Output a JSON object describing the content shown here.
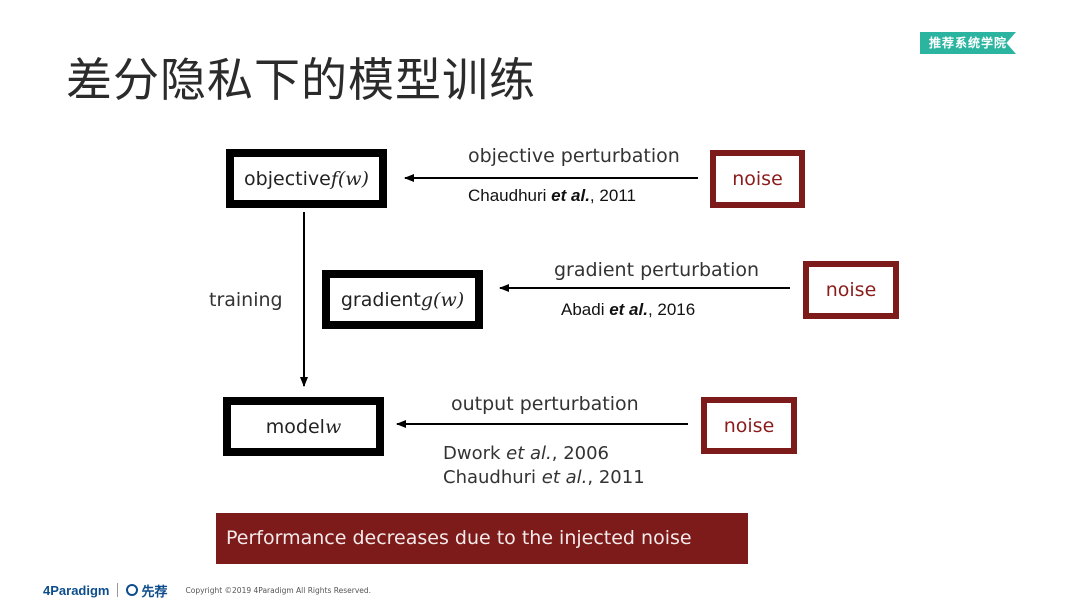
{
  "slide": {
    "title": "差分隐私下的模型训练",
    "badge": "推荐系统学院"
  },
  "diagram": {
    "boxes": {
      "objective": {
        "text": "objective ",
        "math": "f(w)"
      },
      "gradient": {
        "text": "gradient ",
        "math": "g(w)"
      },
      "model": {
        "text": "model ",
        "math": "w"
      }
    },
    "noise_label": "noise",
    "training_label": "training",
    "perturbations": [
      {
        "label": "objective perturbation",
        "cite_author": "Chaudhuri ",
        "cite_etal": "et al.",
        "cite_year": ", 2011"
      },
      {
        "label": "gradient perturbation",
        "cite_author": "Abadi ",
        "cite_etal": "et al.",
        "cite_year": ", 2016"
      },
      {
        "label": "output perturbation",
        "cites": [
          {
            "author": "Dwork ",
            "etal": "et al.",
            "year": ", 2006"
          },
          {
            "author": "Chaudhuri ",
            "etal": "et al.",
            "year": ", 2011"
          }
        ]
      }
    ]
  },
  "banner": "Performance decreases due to the injected noise",
  "footer": {
    "logo1": "4Paradigm",
    "logo2": "先荐",
    "copyright": "Copyright ©2019 4Paradigm All Rights Reserved."
  },
  "colors": {
    "noise_border": "#7d1a1a",
    "banner_bg": "#7d1a1a",
    "badge_bg": "#2bb5a0"
  }
}
